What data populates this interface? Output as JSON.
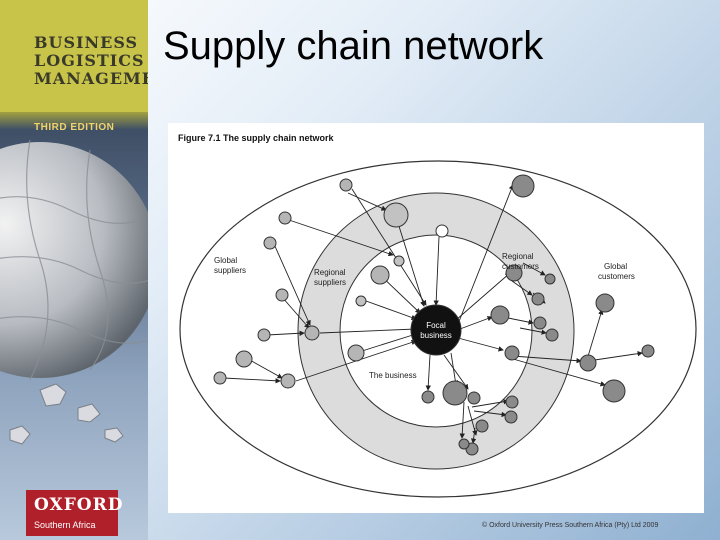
{
  "book": {
    "title_line1": "BUSINESS",
    "title_line2": "LOGISTICS",
    "title_line3": "MANAGEMENT",
    "edition": "THIRD EDITION",
    "publisher": "OXFORD",
    "publisher_sub": "Southern Africa"
  },
  "slide": {
    "title": "Supply chain network"
  },
  "figure": {
    "caption": "Figure 7.1 The supply chain network",
    "labels": {
      "global_suppliers_1": "Global",
      "global_suppliers_2": "suppliers",
      "regional_suppliers_1": "Regional",
      "regional_suppliers_2": "suppliers",
      "regional_customers_1": "Regional",
      "regional_customers_2": "customers",
      "global_customers_1": "Global",
      "global_customers_2": "customers",
      "focal_1": "Focal",
      "focal_2": "business",
      "the_business": "The business"
    }
  },
  "footer": {
    "copyright": "© Oxford University Press Southern Africa (Pty) Ltd 2009"
  },
  "colors": {
    "book_olive": "#c8c349",
    "ring_gray": "#dcdcdc",
    "node_gray": "#b5b5b5",
    "node_dark": "#7d7d7d",
    "focal_black": "#111111"
  }
}
